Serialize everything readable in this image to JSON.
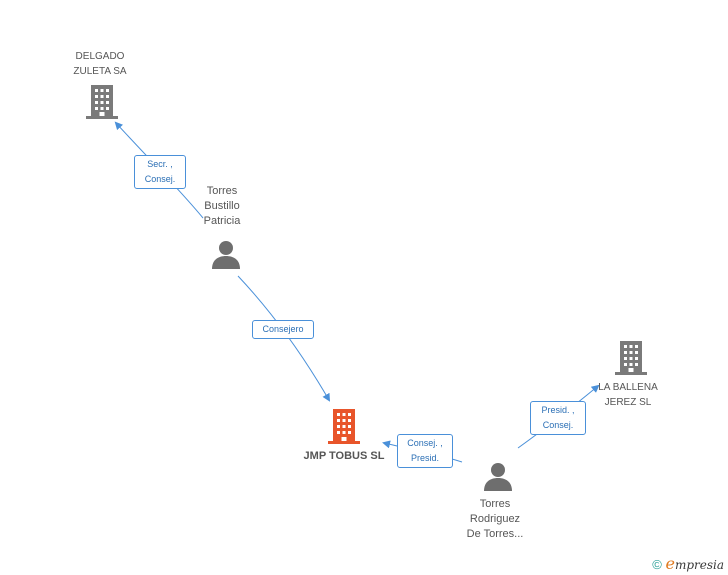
{
  "nodes": {
    "delgado": {
      "label": "DELGADO ZULETA SA",
      "line1": "DELGADO",
      "line2": "ZULETA SA",
      "type": "company",
      "color": "#7a7a7a"
    },
    "torres_bustillo": {
      "line1": "Torres",
      "line2": "Bustillo",
      "line3": "Patricia",
      "type": "person",
      "color": "#6e6e6e"
    },
    "jmp": {
      "label": "JMP TOBUS SL",
      "type": "company",
      "color": "#e8552b"
    },
    "la_ballena": {
      "line1": "LA BALLENA",
      "line2": "JEREZ SL",
      "type": "company",
      "color": "#7a7a7a"
    },
    "torres_rodriguez": {
      "line1": "Torres",
      "line2": "Rodriguez",
      "line3": "De Torres...",
      "type": "person",
      "color": "#6e6e6e"
    }
  },
  "relations": {
    "r1": {
      "line1": "Secr. ,",
      "line2": "Consej."
    },
    "r2": {
      "line1": "Consejero"
    },
    "r3": {
      "line1": "Consej. ,",
      "line2": "Presid."
    },
    "r4": {
      "line1": "Presid. ,",
      "line2": "Consej."
    }
  },
  "colors": {
    "edge": "#4a90d9",
    "company_main": "#e8552b",
    "company": "#7a7a7a",
    "person": "#6e6e6e"
  },
  "watermark": {
    "copyright": "©",
    "brand_initial": "e",
    "brand_rest": "mpresia"
  }
}
